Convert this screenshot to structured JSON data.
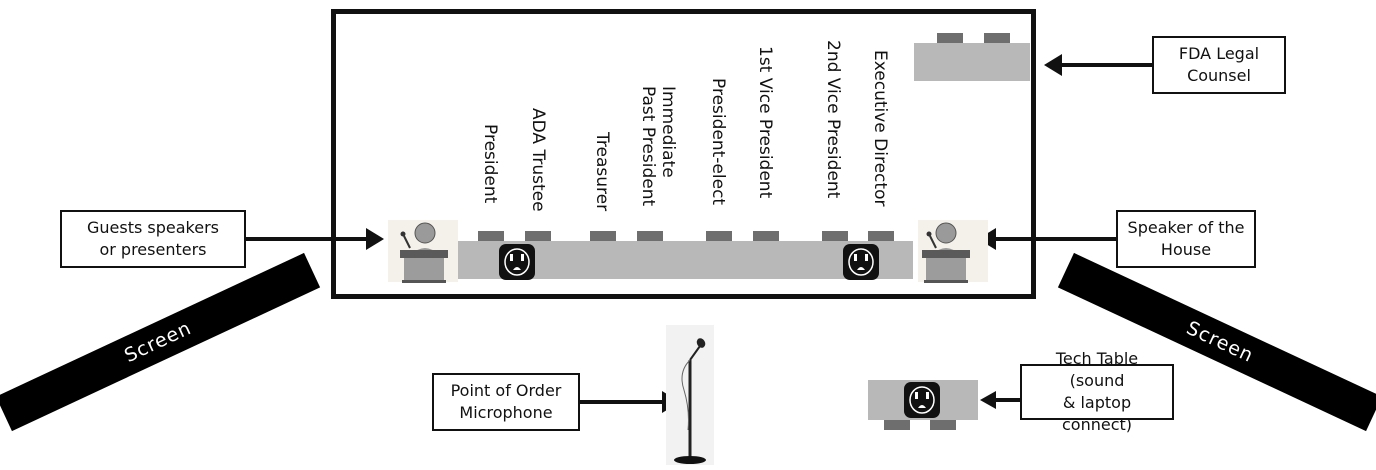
{
  "labels": {
    "guests": "Guests speakers\nor presenters",
    "speaker": "Speaker of the\nHouse",
    "fda": "FDA Legal\nCounsel",
    "point_of_order": "Point of Order\nMicrophone",
    "tech": "Tech Table (sound\n& laptop connect)"
  },
  "officers": {
    "president": "President",
    "ada_trustee": "ADA Trustee",
    "treasurer": "Treasurer",
    "immediate_past_president": "Immediate\nPast President",
    "president_elect": "President-elect",
    "first_vp": "1st Vice President",
    "second_vp": "2nd Vice President",
    "executive_director": "Executive Director"
  },
  "screens": {
    "left": "Screen",
    "right": "Screen"
  }
}
